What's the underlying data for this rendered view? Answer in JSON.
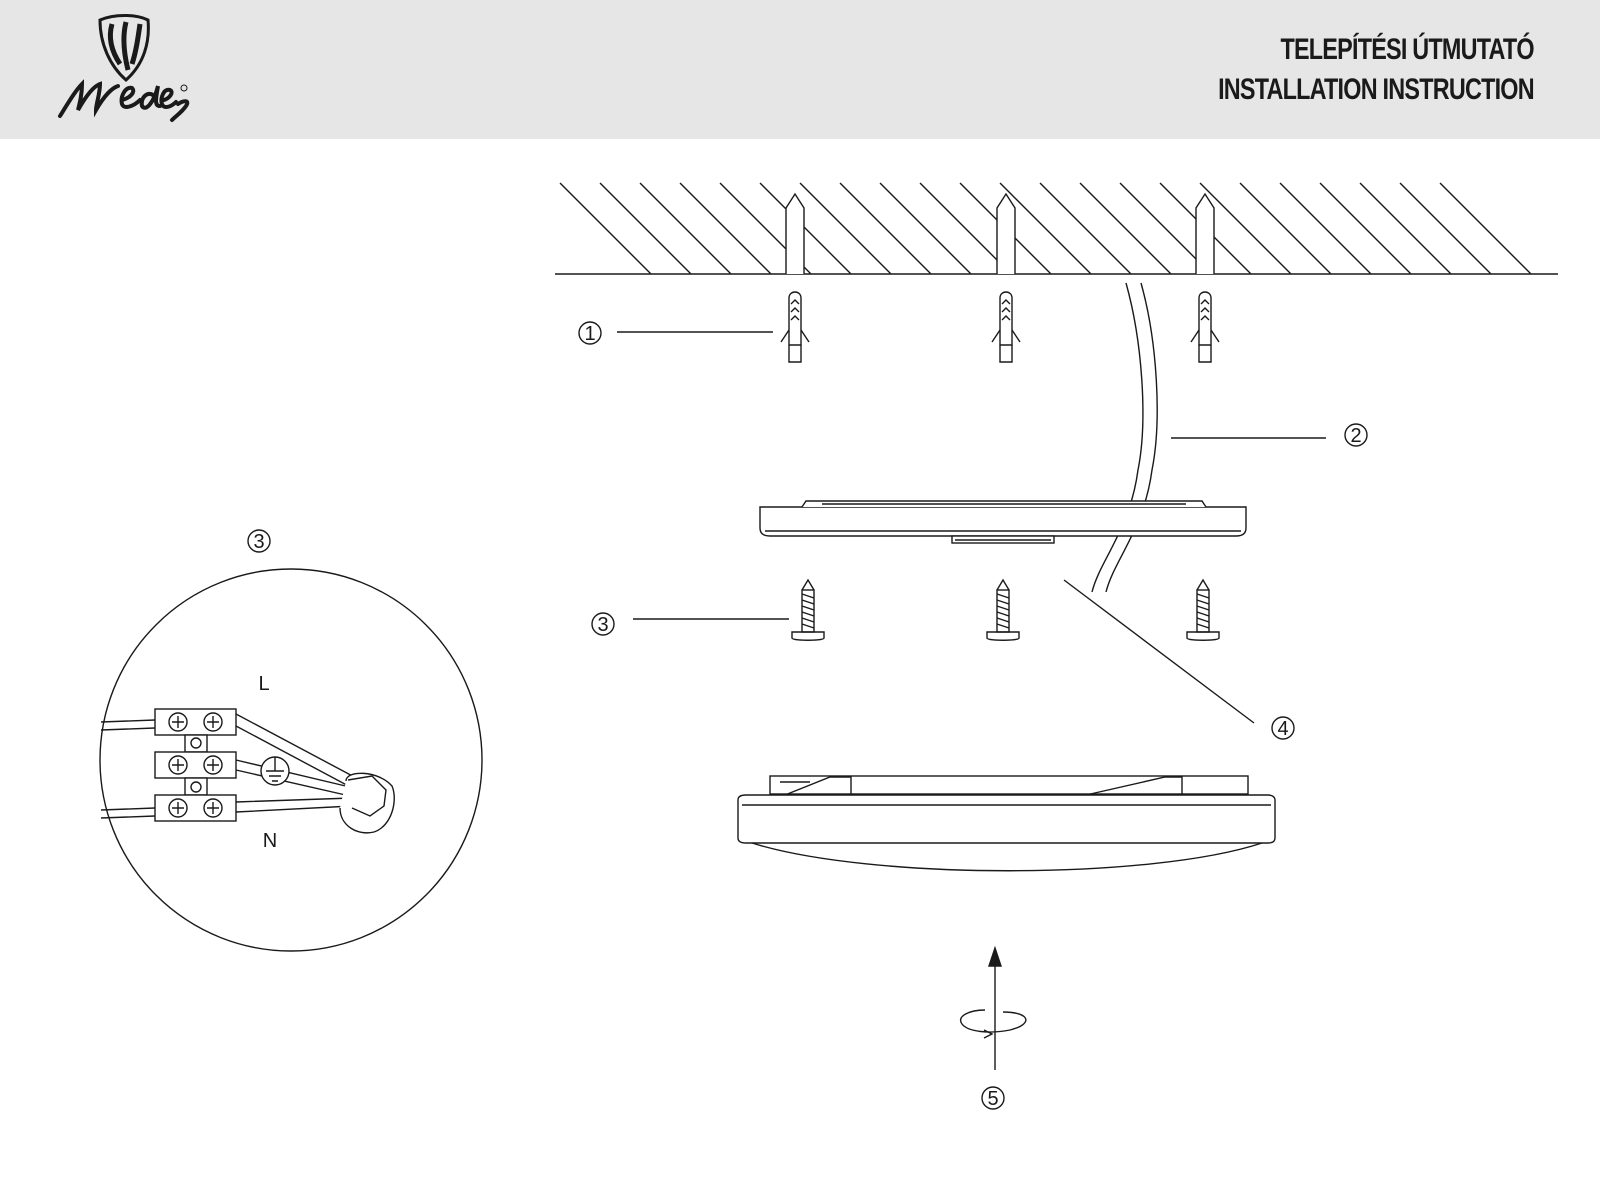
{
  "header": {
    "brand_logo_text": "medes",
    "title_hu": "TELEPÍTÉSI ÚTMUTATÓ",
    "title_en": "INSTALLATION INSTRUCTION"
  },
  "callouts": {
    "c1": "1",
    "c2": "2",
    "c3": "3",
    "c4": "4",
    "c5": "5",
    "detail": "3"
  },
  "wiring": {
    "live_label": "L",
    "neutral_label": "N"
  },
  "colors": {
    "header_bg": "#e6e6e6",
    "ink": "#1a1a1a"
  }
}
